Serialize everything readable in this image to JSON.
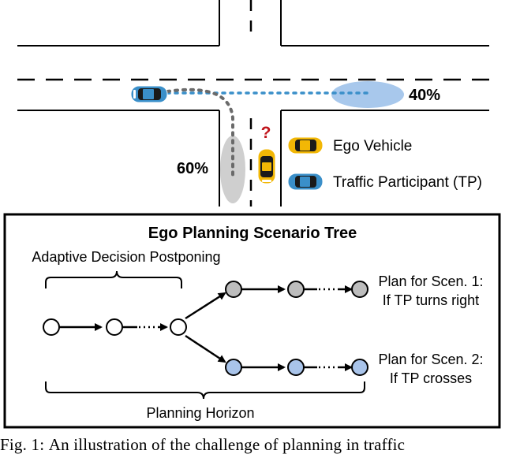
{
  "intersection": {
    "prob_straight": "40%",
    "prob_turn": "60%",
    "question_mark": "?"
  },
  "legend": {
    "ego_label": "Ego Vehicle",
    "tp_label": "Traffic Participant (TP)"
  },
  "tree": {
    "title": "Ego Planning Scenario Tree",
    "postponing_label": "Adaptive Decision Postponing",
    "scen1_line1": "Plan for Scen. 1:",
    "scen1_line2": "If TP turns right",
    "scen2_line1": "Plan for Scen. 2:",
    "scen2_line2": "If TP crosses",
    "horizon_label": "Planning Horizon"
  },
  "caption": {
    "prefix": "Fig. 1:",
    "text": "An illustration of the challenge of planning in traffic"
  },
  "colors": {
    "ego_yellow": "#f2b705",
    "tp_blue": "#3a8fc9",
    "uncertainty_blue": "#a8c8ec",
    "uncertainty_gray": "#cfcfcf",
    "node_gray": "#bdbdbd",
    "node_blue": "#a9c4ea",
    "question_red": "#c0141b"
  }
}
